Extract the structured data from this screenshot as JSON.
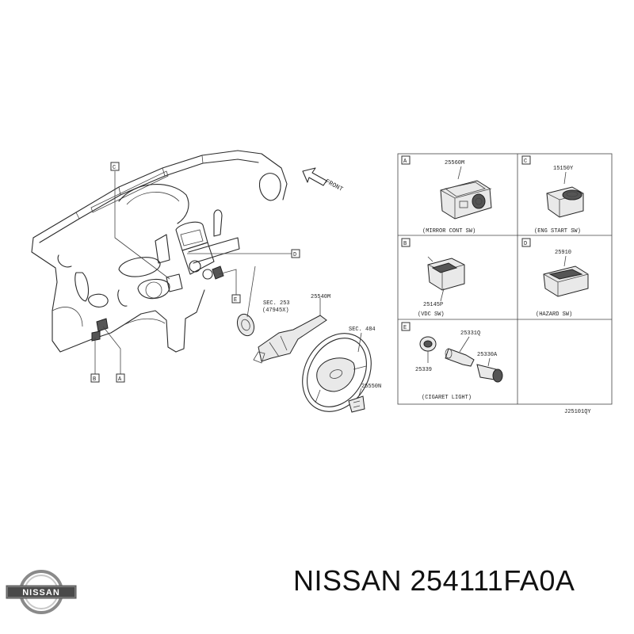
{
  "diagram": {
    "callouts": {
      "a": "A",
      "b": "B",
      "c": "C",
      "d": "D",
      "e": "E"
    },
    "front_label": "FRONT",
    "main_labels": {
      "sec253": "SEC. 253",
      "code47945x": "(47945X)",
      "p25540m": "25540M",
      "sec484": "SEC. 484",
      "p25550n": "25550N"
    },
    "panels": {
      "a": {
        "key": "A",
        "part": "25560M",
        "caption": "(MIRROR CONT SW)"
      },
      "b": {
        "key": "B",
        "part": "25145P",
        "caption": "(VDC SW)"
      },
      "c": {
        "key": "C",
        "part": "15150Y",
        "caption": "(ENG START SW)"
      },
      "d": {
        "key": "D",
        "part": "25910",
        "caption": "(HAZARD SW)"
      },
      "e": {
        "key": "E",
        "parts": [
          "25331Q",
          "25330A",
          "25339"
        ],
        "caption": "(CIGARET LIGHT)"
      }
    },
    "drawing_code": "J25101QY"
  },
  "footer": {
    "logo_text": "NISSAN",
    "part_number": "NISSAN 254111FA0A"
  }
}
